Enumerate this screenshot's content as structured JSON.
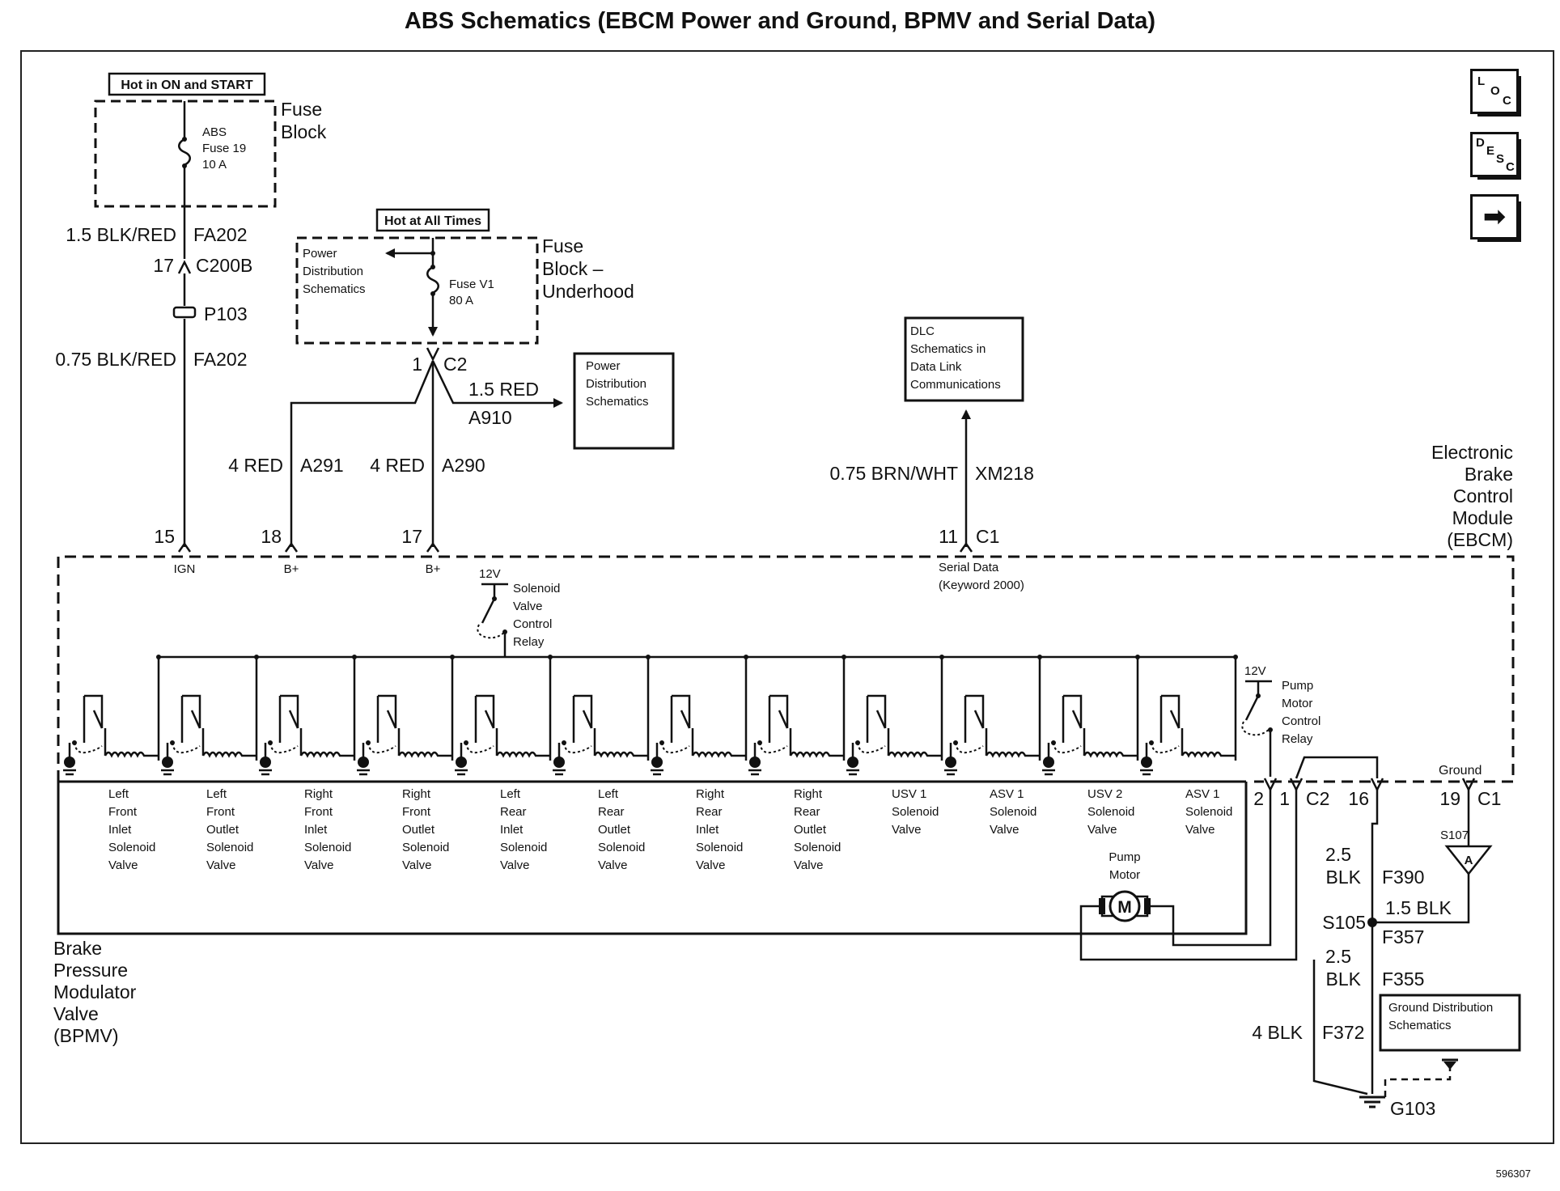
{
  "title": "ABS Schematics (EBCM Power and Ground, BPMV and Serial Data)",
  "figure_id": "596307",
  "nav": {
    "loc": "LOC",
    "desc": "DESC",
    "next_icon": "arrow-right-icon"
  },
  "fuse_block": {
    "hot_label": "Hot in ON and START",
    "name_line1": "Fuse",
    "name_line2": "Block",
    "fuse_line1": "ABS",
    "fuse_line2": "Fuse 19",
    "fuse_line3": "10 A"
  },
  "underhood": {
    "hot_label": "Hot at All Times",
    "name_line1": "Fuse",
    "name_line2": "Block –",
    "name_line3": "Underhood",
    "pd_line1": "Power",
    "pd_line2": "Distribution",
    "pd_line3": "Schematics",
    "fuse_line1": "Fuse V1",
    "fuse_line2": "80 A"
  },
  "ign_circuit": {
    "upper_wire": "1.5 BLK/RED",
    "upper_circuit": "FA202",
    "conn_pin": "17",
    "conn_name": "C200B",
    "splice": "P103",
    "lower_wire": "0.75 BLK/RED",
    "lower_circuit": "FA202"
  },
  "c2_connector": {
    "pin": "1",
    "name": "C2"
  },
  "a910": {
    "wire": "1.5 RED",
    "circuit": "A910"
  },
  "pd_box": {
    "line1": "Power",
    "line2": "Distribution",
    "line3": "Schematics"
  },
  "a291": {
    "wire": "4 RED",
    "circuit": "A291"
  },
  "a290": {
    "wire": "4 RED",
    "circuit": "A290"
  },
  "dlc": {
    "line1": "DLC",
    "line2": "Schematics in",
    "line3": "Data Link",
    "line4": "Communications"
  },
  "xm218": {
    "wire": "0.75 BRN/WHT",
    "circuit": "XM218"
  },
  "ebcm": {
    "line1": "Electronic",
    "line2": "Brake",
    "line3": "Control",
    "line4": "Module",
    "line5": "(EBCM)",
    "pin15": "15",
    "pin18": "18",
    "pin17": "17",
    "pin11": "11",
    "c1": "C1",
    "ign_label": "IGN",
    "bplus_1": "B+",
    "bplus_2": "B+",
    "serial_line1": "Serial Data",
    "serial_line2": "(Keyword 2000)"
  },
  "valve_relay": {
    "voltage": "12V",
    "line1": "Solenoid",
    "line2": "Valve",
    "line3": "Control",
    "line4": "Relay"
  },
  "pump_relay": {
    "voltage": "12V",
    "line1": "Pump",
    "line2": "Motor",
    "line3": "Control",
    "line4": "Relay"
  },
  "valves": [
    {
      "l1": "Left",
      "l2": "Front",
      "l3": "Inlet",
      "l4": "Solenoid",
      "l5": "Valve"
    },
    {
      "l1": "Left",
      "l2": "Front",
      "l3": "Outlet",
      "l4": "Solenoid",
      "l5": "Valve"
    },
    {
      "l1": "Right",
      "l2": "Front",
      "l3": "Inlet",
      "l4": "Solenoid",
      "l5": "Valve"
    },
    {
      "l1": "Right",
      "l2": "Front",
      "l3": "Outlet",
      "l4": "Solenoid",
      "l5": "Valve"
    },
    {
      "l1": "Left",
      "l2": "Rear",
      "l3": "Inlet",
      "l4": "Solenoid",
      "l5": "Valve"
    },
    {
      "l1": "Left",
      "l2": "Rear",
      "l3": "Outlet",
      "l4": "Solenoid",
      "l5": "Valve"
    },
    {
      "l1": "Right",
      "l2": "Rear",
      "l3": "Inlet",
      "l4": "Solenoid",
      "l5": "Valve"
    },
    {
      "l1": "Right",
      "l2": "Rear",
      "l3": "Outlet",
      "l4": "Solenoid",
      "l5": "Valve"
    },
    {
      "l1": "USV 1",
      "l2": "Solenoid",
      "l3": "Valve",
      "l4": "",
      "l5": ""
    },
    {
      "l1": "ASV 1",
      "l2": "Solenoid",
      "l3": "Valve",
      "l4": "",
      "l5": ""
    },
    {
      "l1": "USV 2",
      "l2": "Solenoid",
      "l3": "Valve",
      "l4": "",
      "l5": ""
    },
    {
      "l1": "ASV 1",
      "l2": "Solenoid",
      "l3": "Valve",
      "l4": "",
      "l5": ""
    }
  ],
  "bpmv": {
    "line1": "Brake",
    "line2": "Pressure",
    "line3": "Modulator",
    "line4": "Valve",
    "line5": "(BPMV)"
  },
  "pump_motor": {
    "line1": "Pump",
    "line2": "Motor",
    "symbol": "M"
  },
  "c2_pins": {
    "pin2": "2",
    "pin1": "1",
    "name": "C2",
    "pin16": "16"
  },
  "ground_pin": {
    "label": "Ground",
    "pin": "19",
    "conn": "C1"
  },
  "s107": {
    "name": "S107",
    "letter": "A"
  },
  "f390": {
    "gauge": "2.5",
    "color": "BLK",
    "circuit": "F390"
  },
  "f357": {
    "wire": "1.5 BLK",
    "circuit": "F357"
  },
  "s105": {
    "name": "S105"
  },
  "f355": {
    "gauge": "2.5",
    "color": "BLK",
    "circuit": "F355"
  },
  "f372": {
    "wire": "4 BLK",
    "circuit": "F372"
  },
  "gnd_dist": {
    "line1": "Ground Distribution",
    "line2": "Schematics"
  },
  "g103": {
    "name": "G103"
  }
}
